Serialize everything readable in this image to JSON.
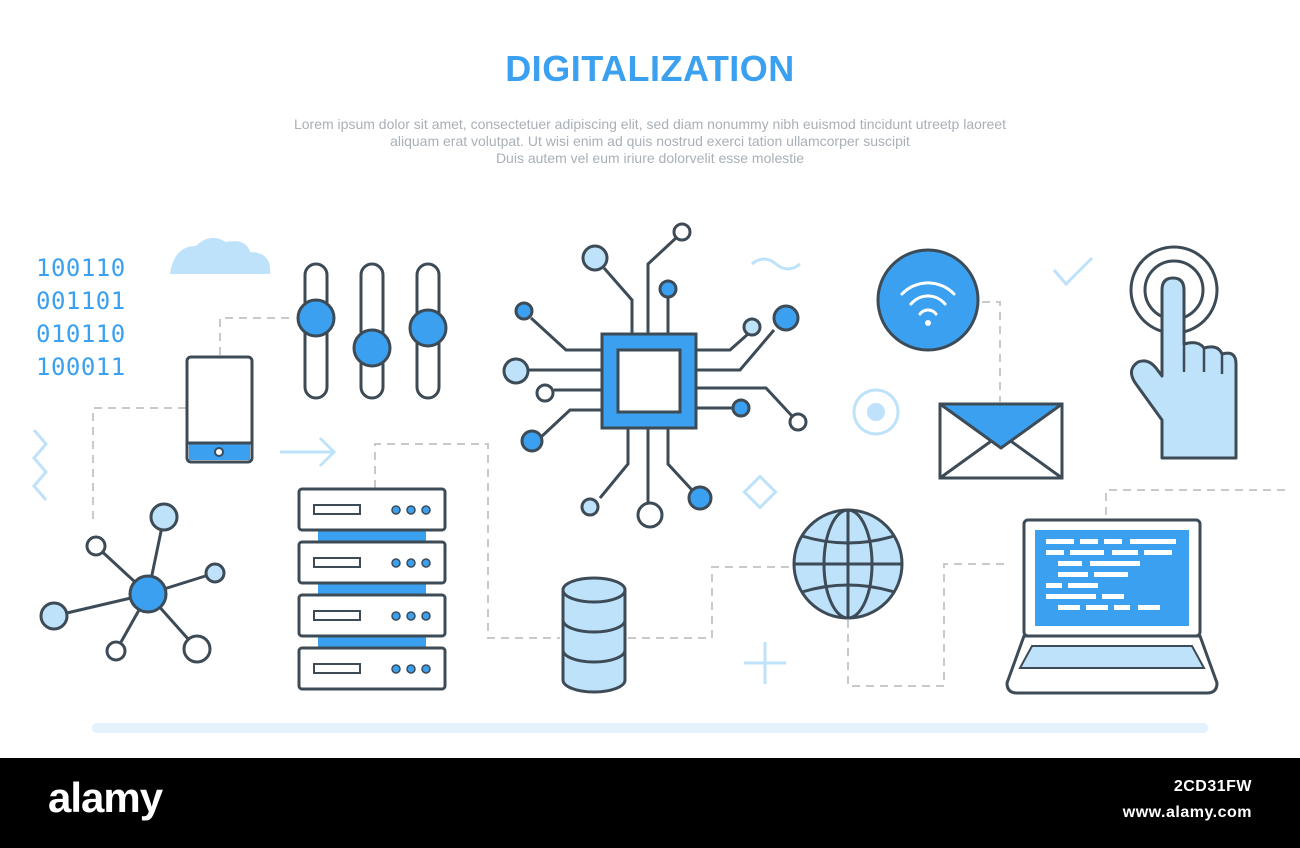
{
  "header": {
    "title": "DIGITALIZATION",
    "subtitle_lines": [
      "Lorem ipsum dolor sit amet, consectetuer adipiscing elit, sed diam nonummy nibh euismod tincidunt utreetp laoreet",
      "aliquam erat volutpat. Ut wisi enim ad  quis nostrud exerci tation ullamcorper suscipit",
      "Duis autem vel eum iriure dolorvelit esse molestie"
    ]
  },
  "binary_code": [
    "100110",
    "001101",
    "010110",
    "100011"
  ],
  "colors": {
    "accent": "#3aa0ef",
    "outline": "#3d4b57",
    "light_fill": "#bfe2fb",
    "pale": "#e3f2fd",
    "dash": "#c9c9c9"
  },
  "icons": [
    "binary-code-icon",
    "cloud-icon",
    "tablet-icon",
    "sliders-icon",
    "network-nodes-icon",
    "server-rack-icon",
    "database-icon",
    "cpu-chip-icon",
    "wifi-icon",
    "email-icon",
    "globe-icon",
    "touch-hand-icon",
    "laptop-code-icon"
  ],
  "footer": {
    "brand": "alamy",
    "image_id": "2CD31FW",
    "url": "www.alamy.com"
  }
}
